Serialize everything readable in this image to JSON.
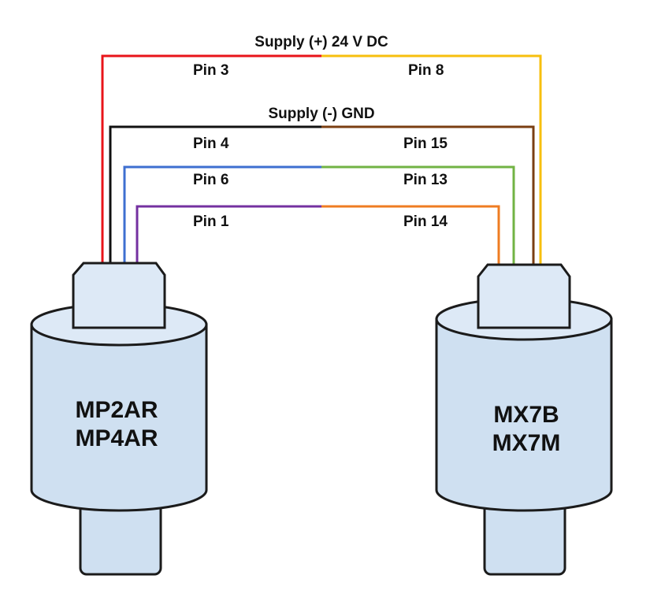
{
  "supply_positive": "Supply (+) 24 V DC",
  "supply_negative": "Supply (-) GND",
  "left_device": {
    "lines": [
      "MP2AR",
      "MP4AR"
    ]
  },
  "right_device": {
    "lines": [
      "MX7B",
      "MX7M"
    ]
  },
  "wires": [
    {
      "left_pin": "Pin 3",
      "right_pin": "Pin 8",
      "left_color": "#e8141a",
      "right_color": "#f7bf0e"
    },
    {
      "left_pin": "Pin 4",
      "right_pin": "Pin 15",
      "left_color": "#111111",
      "right_color": "#7a3e12"
    },
    {
      "left_pin": "Pin 6",
      "right_pin": "Pin 13",
      "left_color": "#3e6fd0",
      "right_color": "#72b344"
    },
    {
      "left_pin": "Pin 1",
      "right_pin": "Pin 14",
      "left_color": "#7431a0",
      "right_color": "#ef7c22"
    }
  ]
}
